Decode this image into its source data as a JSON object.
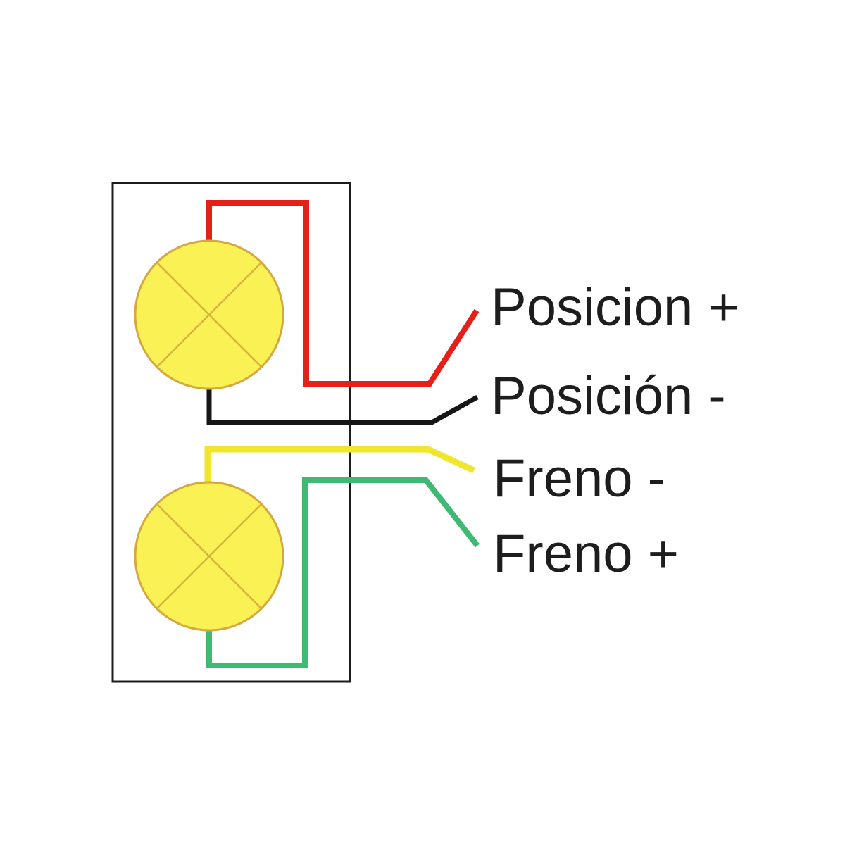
{
  "diagram": {
    "background_color": "#ffffff",
    "enclosure": {
      "outline_color": "#1c1c1c"
    },
    "lamps": [
      {
        "id": "top-lamp",
        "fill": "#faf155",
        "outline": "#d4a83f",
        "cross": "#d6b23c"
      },
      {
        "id": "bottom-lamp",
        "fill": "#faf155",
        "outline": "#d4a83f",
        "cross": "#d6b23c"
      }
    ],
    "wires": [
      {
        "id": "posicion-plus-wire",
        "color": "#e32119"
      },
      {
        "id": "posicion-minus-wire",
        "color": "#161616"
      },
      {
        "id": "freno-minus-wire",
        "color": "#f0e62c"
      },
      {
        "id": "freno-plus-wire",
        "color": "#3fba74"
      }
    ],
    "labels": [
      {
        "text": "Posicion +",
        "color": "#1d1d1d"
      },
      {
        "text": "Posición -",
        "color": "#1d1d1d"
      },
      {
        "text": "Freno -",
        "color": "#1d1d1d"
      },
      {
        "text": "Freno +",
        "color": "#1d1d1d"
      }
    ]
  }
}
